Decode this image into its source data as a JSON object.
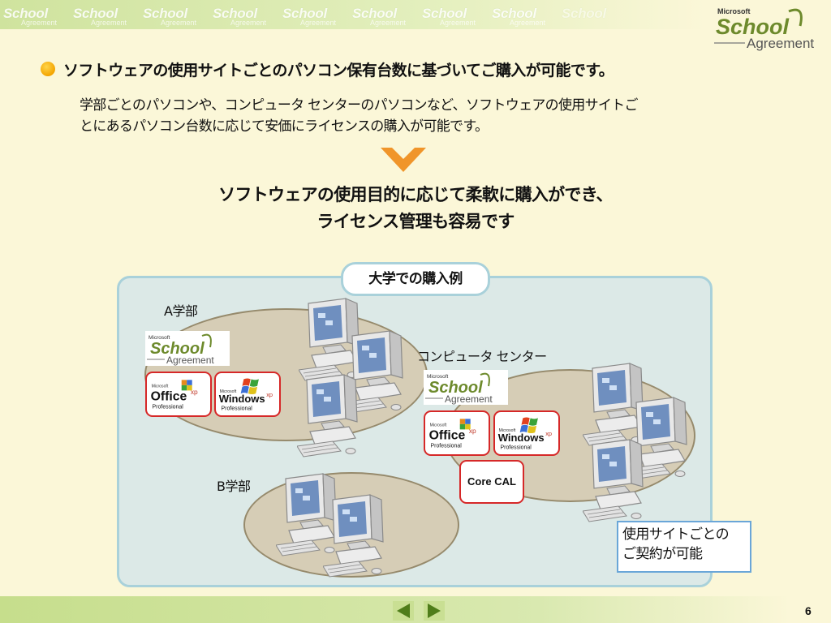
{
  "header": {
    "banner_word": "School",
    "banner_subword": "Agreement",
    "logo": {
      "microsoft": "Microsoft",
      "school": "School",
      "agreement": "Agreement"
    }
  },
  "main": {
    "heading": "ソフトウェアの使用サイトごとのパソコン保有台数に基づいてご購入が可能です。",
    "description_lines": [
      "学部ごとのパソコンや、コンピュータ センターのパソコンなど、ソフトウェアの使用サイトご",
      "とにあるパソコン台数に応じて安価にライセンスの購入が可能です。"
    ],
    "conclusion_lines": [
      "ソフトウェアの使用目的に応じて柔軟に購入ができ、",
      "ライセンス管理も容易です"
    ]
  },
  "diagram": {
    "title": "大学での購入例",
    "groups": {
      "faculty_a": "A学部",
      "computer_center": "コンピュータ センター",
      "faculty_b": "B学部"
    },
    "logos": {
      "microsoft": "Microsoft",
      "school": "School",
      "agreement": "Agreement",
      "office": "Office",
      "office_sup": "xp",
      "windows": "Windows",
      "windows_sup": "xp",
      "professional": "Professional"
    },
    "core_cal": "Core CAL",
    "note_lines": [
      "使用サイトごとの",
      "ご契約が可能"
    ]
  },
  "footer": {
    "page_number": "6"
  },
  "colors": {
    "background": "#fbf7d8",
    "banner": "#cfe39e",
    "bullet": "#f3a400",
    "chevron": "#f0952a",
    "panel": "#dce9e7",
    "panel_border": "#a9d1da",
    "site_ellipse": "#d6cdb6",
    "card_border": "#d62828",
    "note_border": "#6aa6d8",
    "nav_button": "#4f7d1a"
  },
  "icons": [
    "bullet-dot-icon",
    "chevron-down-icon",
    "computer-icon",
    "windows-flag-icon",
    "office-logo-icon",
    "prev-arrow-icon",
    "next-arrow-icon"
  ]
}
